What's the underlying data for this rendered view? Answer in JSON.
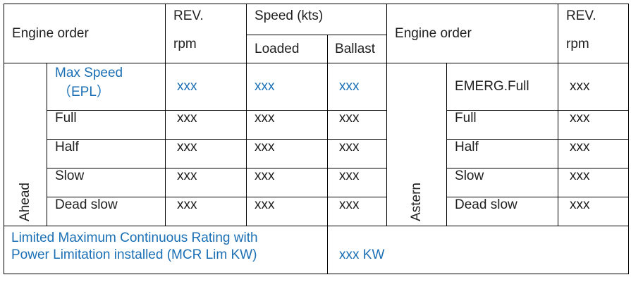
{
  "header": {
    "engine_order_left": "Engine order",
    "rev_left_line1": "REV.",
    "rev_left_line2": "rpm",
    "speed_title": "Speed (kts)",
    "loaded": "Loaded",
    "ballast": "Ballast",
    "engine_order_right": "Engine order",
    "rev_right_line1": "REV.",
    "rev_right_line2": "rpm"
  },
  "ahead_label": "Ahead",
  "astern_label": "Astern",
  "ahead_rows": [
    {
      "order_line1": "Max Speed",
      "order_line2": "（EPL）",
      "rev": "xxx",
      "loaded": "xxx",
      "ballast": "xxx"
    },
    {
      "order_line1": "Full",
      "rev": "xxx",
      "loaded": "xxx",
      "ballast": "xxx"
    },
    {
      "order_line1": "Half",
      "rev": "xxx",
      "loaded": "xxx",
      "ballast": "xxx"
    },
    {
      "order_line1": "Slow",
      "rev": "xxx",
      "loaded": "xxx",
      "ballast": "xxx"
    },
    {
      "order_line1": "Dead slow",
      "rev": "xxx",
      "loaded": "xxx",
      "ballast": "xxx"
    }
  ],
  "astern_rows": [
    {
      "order": "EMERG.Full",
      "rev": "xxx"
    },
    {
      "order": "Full",
      "rev": "xxx"
    },
    {
      "order": "Half",
      "rev": "xxx"
    },
    {
      "order": "Slow",
      "rev": "xxx"
    },
    {
      "order": "Dead slow",
      "rev": "xxx"
    }
  ],
  "footer": {
    "label_line1": "Limited Maximum Continuous Rating with",
    "label_line2": "Power Limitation installed (MCR Lim KW)",
    "value": "xxx KW"
  },
  "colors": {
    "accent_blue": "#1a6fb5",
    "text": "#1f1f1f",
    "border": "#000000"
  }
}
